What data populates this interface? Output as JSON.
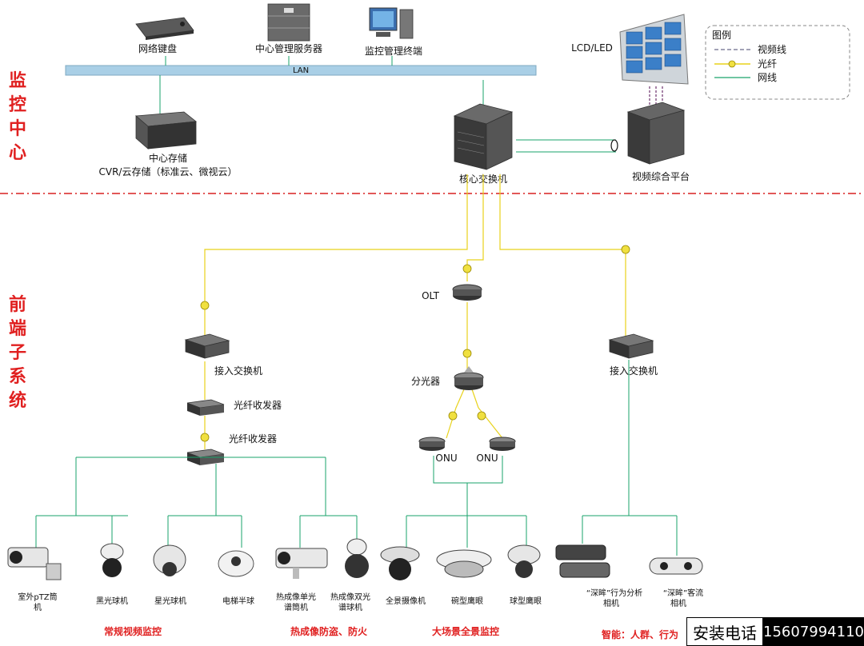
{
  "sections": {
    "monitor_center": "监控中心",
    "front_end": "前端子系统"
  },
  "network": {
    "lan": "LAN"
  },
  "devices": {
    "keyboard": "网络键盘",
    "server": "中心管理服务器",
    "terminal": "监控管理终端",
    "lcd": "LCD/LED",
    "storage_line1": "中心存储",
    "storage_line2": "CVR/云存储（标准云、微视云）",
    "core_switch": "核心交换机",
    "video_platform": "视频综合平台",
    "olt": "OLT",
    "splitter": "分光器",
    "onu1": "ONU",
    "onu2": "ONU",
    "access_switch_left": "接入交换机",
    "access_switch_right": "接入交换机",
    "transceiver1": "光纤收发器",
    "transceiver2": "光纤收发器"
  },
  "legend": {
    "title": "图例",
    "items": [
      {
        "label": "视频线",
        "color": "#6a6a8a"
      },
      {
        "label": "光纤",
        "color": "#e8d21a"
      },
      {
        "label": "网线",
        "color": "#1aa36b"
      }
    ]
  },
  "cameras": [
    {
      "label1": "室外pTZ筒",
      "label2": "机"
    },
    {
      "label1": "黑光球机",
      "label2": ""
    },
    {
      "label1": "星光球机",
      "label2": ""
    },
    {
      "label1": "电梯半球",
      "label2": ""
    },
    {
      "label1": "热成像单光",
      "label2": "谱筒机"
    },
    {
      "label1": "热成像双光",
      "label2": "谱球机"
    },
    {
      "label1": "全景摄像机",
      "label2": ""
    },
    {
      "label1": "碗型鹰眼",
      "label2": ""
    },
    {
      "label1": "球型鹰眼",
      "label2": ""
    },
    {
      "label1": "“深眸”行为分析",
      "label2": "相机"
    },
    {
      "label1": "“深眸”客流",
      "label2": "相机"
    }
  ],
  "categories": {
    "regular": "常规视频监控",
    "thermal": "热成像防盗、防火",
    "panorama": "大场景全景监控",
    "smart": "智能：人群、行为"
  },
  "contact": {
    "label": "安装电话",
    "number": "15607994110"
  },
  "colors": {
    "fiber": "#e8d21a",
    "cable": "#1aa36b",
    "lan": "#a9cfe6",
    "divider": "#d82020",
    "section_title": "#e02020"
  }
}
